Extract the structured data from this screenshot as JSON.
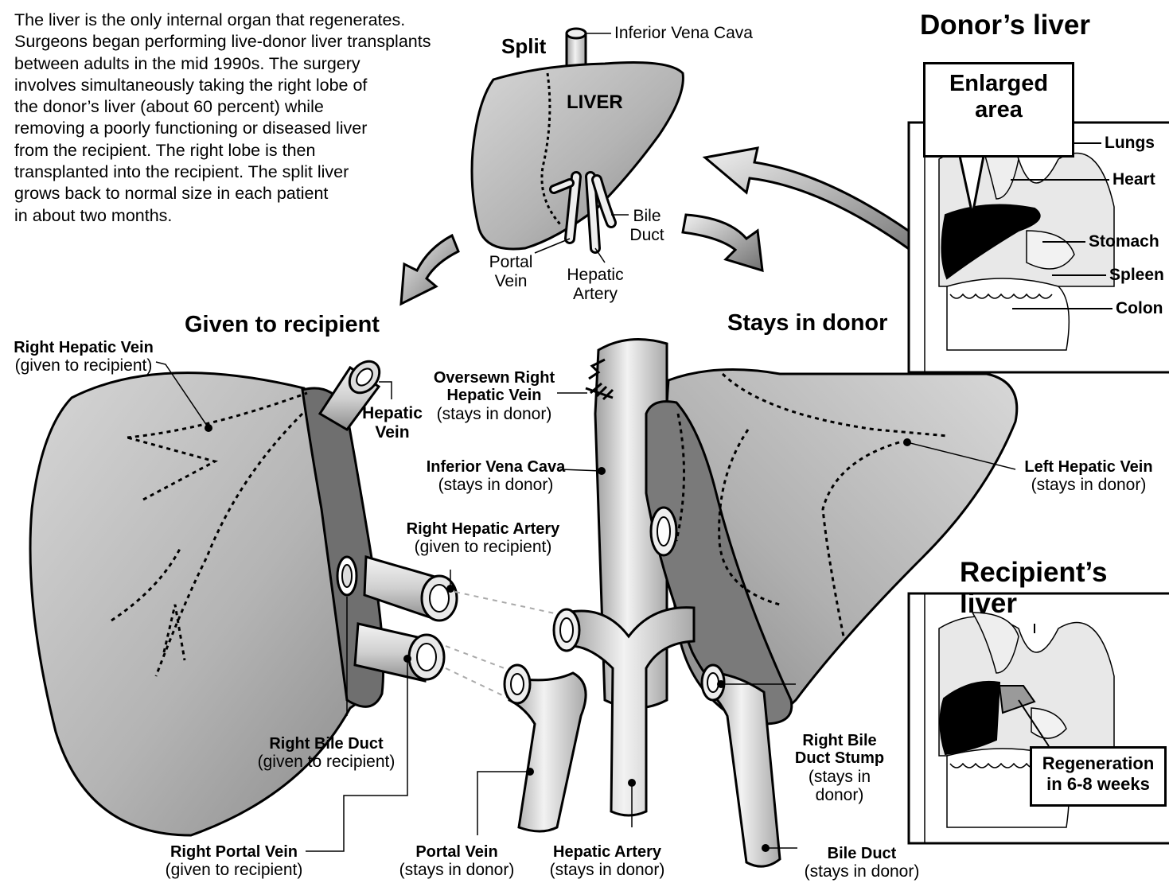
{
  "intro": "The liver is the only internal organ that regenerates. Surgeons began performing live-donor liver transplants between adults in the mid 1990s. The surgery involves simultaneously taking the right lobe of the donor’s liver (about 60 percent) while removing a poorly functioning or diseased liver from the recipient. The right lobe is then transplanted into the recipient. The split liver grows back to normal size in each patient in about two months.",
  "intro_lines": [
    "The liver is the only internal organ that regenerates.",
    "Surgeons began performing live-donor liver transplants",
    "between adults in the mid 1990s. The surgery",
    "involves simultaneously taking the right lobe of",
    "the donor’s liver (about 60 percent) while",
    "removing a poorly functioning or diseased liver",
    "from the recipient. The right lobe is then",
    "transplanted into the recipient. The split liver",
    "grows back to normal size in each patient",
    "in about two months."
  ],
  "small_liver": {
    "title": "LIVER",
    "split": "Split",
    "ivc": "Inferior Vena Cava",
    "bile_duct": [
      "Bile",
      "Duct"
    ],
    "portal_vein": [
      "Portal",
      "Vein"
    ],
    "hepatic_artery": [
      "Hepatic",
      "Artery"
    ]
  },
  "sections": {
    "given": "Given to recipient",
    "stays": "Stays in donor",
    "donor_liver": "Donor’s liver",
    "recipient_liver": "Recipient’s liver"
  },
  "donor_panel": {
    "enlarged": [
      "Enlarged",
      "area"
    ],
    "organs": [
      "Lungs",
      "Heart",
      "Stomach",
      "Spleen",
      "Colon"
    ]
  },
  "recipient_panel": {
    "regeneration": [
      "Regeneration",
      "in 6-8 weeks"
    ]
  },
  "labels": {
    "right_hepatic_vein": {
      "name": "Right Hepatic Vein",
      "note": "(given to recipient)"
    },
    "hepatic_vein": [
      "Hepatic",
      "Vein"
    ],
    "oversewn": {
      "name": [
        "Oversewn Right",
        "Hepatic Vein"
      ],
      "note": "(stays in donor)"
    },
    "ivc": {
      "name": "Inferior Vena Cava",
      "note": "(stays in donor)"
    },
    "right_hepatic_artery": {
      "name": "Right Hepatic Artery",
      "note": "(given to recipient)"
    },
    "left_hepatic_vein": {
      "name": "Left Hepatic Vein",
      "note": "(stays in donor)"
    },
    "right_bile_duct": {
      "name": "Right Bile Duct",
      "note": "(given to recipient)"
    },
    "right_portal_vein": {
      "name": "Right Portal Vein",
      "note": "(given to recipient)"
    },
    "portal_vein": {
      "name": "Portal Vein",
      "note": "(stays in donor)"
    },
    "hepatic_artery": {
      "name": "Hepatic Artery",
      "note": "(stays in donor)"
    },
    "right_bile_duct_stump": {
      "name": [
        "Right Bile",
        "Duct Stump"
      ],
      "note": [
        "(stays in",
        "donor)"
      ]
    },
    "bile_duct": {
      "name": "Bile Duct",
      "note": "(stays in donor)"
    }
  },
  "colors": {
    "ink": "#000000",
    "liver_light": "#bdbdbd",
    "liver_mid": "#9a9a9a",
    "liver_dark": "#6e6e6e",
    "vessel": "#e6e6e6"
  }
}
